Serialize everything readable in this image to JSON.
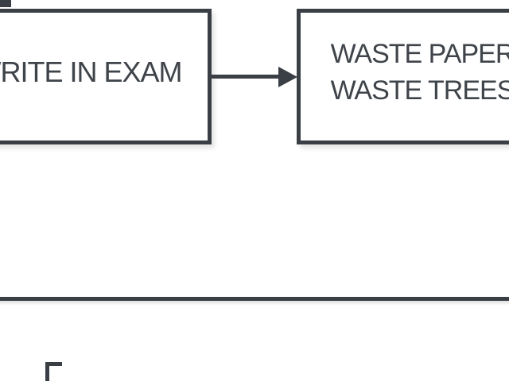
{
  "diagram": {
    "type": "flowchart",
    "background": "#ffffff"
  },
  "colors": {
    "stroke": "#3a3f45",
    "text": "#3f444a",
    "node_fill": "#ffffff"
  },
  "nodes": [
    {
      "id": "write-in-exam",
      "label": "WRITE IN EXAM",
      "shape": "rectangle",
      "clipped_at": "left viewport edge"
    },
    {
      "id": "waste-paper-waste-trees",
      "lines": [
        "WASTE PAPER",
        "WASTE TREES"
      ],
      "shape": "rectangle",
      "clipped_at": "right viewport edge"
    }
  ],
  "connectors": [
    {
      "from": "write-in-exam",
      "to": "waste-paper-waste-trees",
      "style": "solid",
      "arrowhead": "filled-triangle-right"
    },
    {
      "id": "bottom-horizontal-stroke",
      "style": "solid",
      "extent": "full viewport width"
    }
  ],
  "partial_shapes": [
    {
      "id": "top-left-corner-fragment"
    },
    {
      "id": "bottom-left-corner-fragment"
    }
  ]
}
